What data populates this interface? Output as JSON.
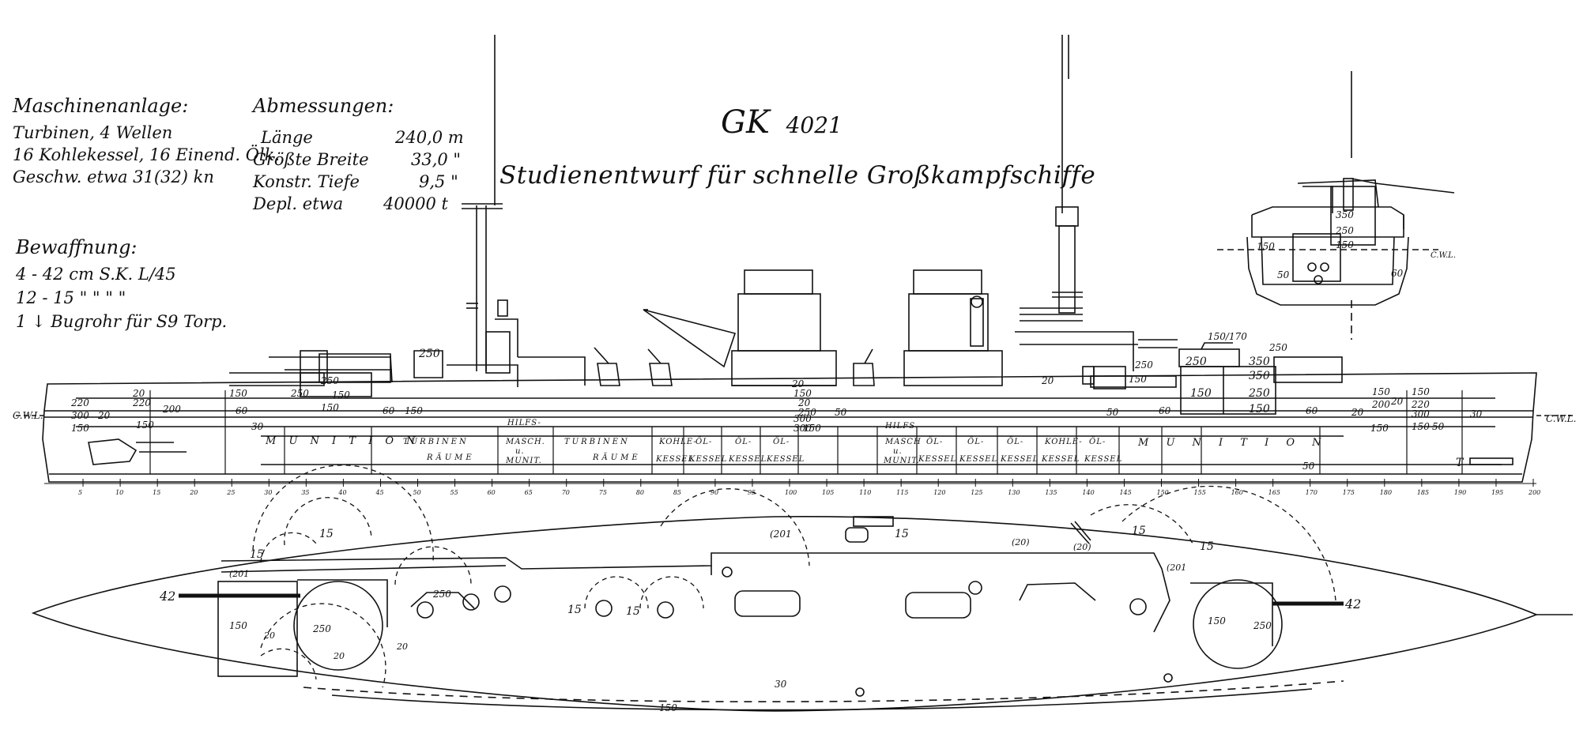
{
  "machinery": {
    "heading": "Maschinenanlage:",
    "lines": [
      "Turbinen, 4 Wellen",
      "16 Kohlekessel, 16 Einend. Ölk.",
      "Geschw. etwa 31(32) kn"
    ]
  },
  "dimensions": {
    "heading": "Abmessungen:",
    "rows": [
      {
        "label": "Länge",
        "value": "240,0 m"
      },
      {
        "label": "Größte Breite",
        "value": "33,0 \""
      },
      {
        "label": "Konstr. Tiefe",
        "value": "9,5 \""
      },
      {
        "label": "Depl. etwa",
        "value": "40000 t"
      }
    ]
  },
  "armament": {
    "heading": "Bewaffnung:",
    "lines": [
      "4 - 42 cm S.K. L/45",
      "12 - 15 \"  \"  \"  \"",
      "1 ↓ Bugrohr für S9 Torp."
    ]
  },
  "design_number": {
    "prefix": "GK",
    "number": "4021"
  },
  "title": "Studienentwurf für schnelle Großkampfschiffe",
  "waterline": {
    "left": "C.W.L.",
    "right": "C.W.L.",
    "section": "C.W.L."
  },
  "section_labels": [
    "350",
    "250",
    "150",
    "150",
    "60",
    "50"
  ],
  "upper_labels": [
    "250",
    "150/170",
    "250",
    "350",
    "250",
    "350",
    "150",
    "250",
    "250",
    "150",
    "150"
  ],
  "armor_labels_fore": [
    "20",
    "220",
    "300",
    "150",
    "20",
    "220",
    "150",
    "200",
    "150",
    "60",
    "30",
    "250",
    "250",
    "150",
    "150",
    "60"
  ],
  "armor_labels_mid": [
    "20",
    "150",
    "20",
    "250",
    "300",
    "300",
    "150",
    "50",
    "50",
    "60",
    "20",
    "150"
  ],
  "armor_labels_aft": [
    "150",
    "150",
    "220",
    "300",
    "150",
    "20",
    "50",
    "200",
    "20",
    "150",
    "30",
    "60",
    "50"
  ],
  "compartments": [
    "M U N I T I O N",
    "TURBINEN",
    "RÄUME",
    "HILFS-",
    "MASCH.",
    "u.",
    "MUNIT.",
    "TURBINEN",
    "RÄUME",
    "KOHLE-",
    "KESSEL",
    "ÖL-",
    "KESSEL",
    "ÖL-",
    "KESSEL",
    "ÖL-",
    "KESSEL",
    "HILFS",
    "MASCH",
    "u.",
    "MUNIT.",
    "ÖL-",
    "KESSEL",
    "ÖL-",
    "KESSEL",
    "ÖL-",
    "KESSEL",
    "KOHLE-",
    "KESSEL",
    "ÖL-",
    "KESSEL",
    "M U N I T I O N",
    "T"
  ],
  "frame_numbers": [
    "5",
    "10",
    "15",
    "20",
    "25",
    "30",
    "35",
    "40",
    "45",
    "50",
    "55",
    "60",
    "65",
    "70",
    "75",
    "80",
    "85",
    "90",
    "95",
    "100",
    "105",
    "110",
    "115",
    "120",
    "125",
    "130",
    "135",
    "140",
    "145",
    "150",
    "155",
    "160",
    "165",
    "170",
    "175",
    "180",
    "185",
    "190",
    "195",
    "200"
  ],
  "plan_labels": {
    "fore_gun": "42",
    "aft_gun": "42",
    "sec_fore_a": "15",
    "sec_fore_b": "15",
    "sec_mid_a": "15",
    "sec_mid_b": "15",
    "sec_top": "15",
    "sec_aft_a": "15",
    "sec_aft_b": "15",
    "arc_201_a": "(201",
    "arc_201_b": "(201",
    "arc_20_a": "(20)",
    "arc_20_b": "(20)",
    "arc_201_c": "(201",
    "fore_250": "250",
    "fore_150": "150",
    "fore_20a": "20",
    "fore_20b": "20",
    "fore_20c": "20",
    "fore_250b": "250",
    "aft_150": "150",
    "aft_250": "250",
    "belt_30": "30",
    "belt_150": "150"
  }
}
